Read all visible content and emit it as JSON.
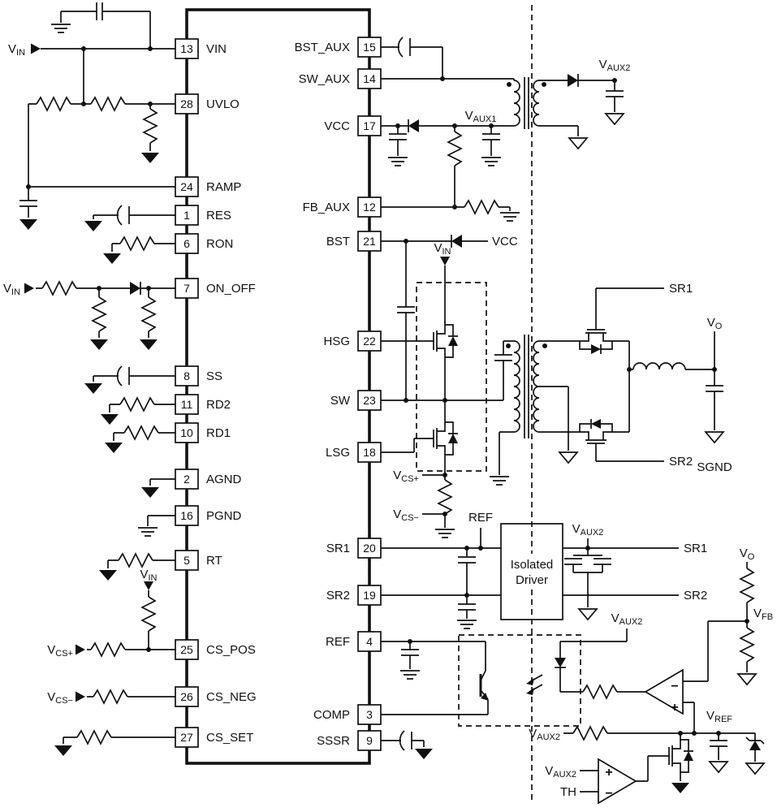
{
  "diagram": {
    "ic": {
      "left_pins": [
        {
          "number": "13",
          "name": "VIN"
        },
        {
          "number": "28",
          "name": "UVLO"
        },
        {
          "number": "24",
          "name": "RAMP"
        },
        {
          "number": "1",
          "name": "RES"
        },
        {
          "number": "6",
          "name": "RON"
        },
        {
          "number": "7",
          "name": "ON_OFF"
        },
        {
          "number": "8",
          "name": "SS"
        },
        {
          "number": "11",
          "name": "RD2"
        },
        {
          "number": "10",
          "name": "RD1"
        },
        {
          "number": "2",
          "name": "AGND"
        },
        {
          "number": "16",
          "name": "PGND"
        },
        {
          "number": "5",
          "name": "RT"
        },
        {
          "number": "25",
          "name": "CS_POS"
        },
        {
          "number": "26",
          "name": "CS_NEG"
        },
        {
          "number": "27",
          "name": "CS_SET"
        }
      ],
      "right_pins": [
        {
          "number": "15",
          "name": "BST_AUX"
        },
        {
          "number": "14",
          "name": "SW_AUX"
        },
        {
          "number": "17",
          "name": "VCC"
        },
        {
          "number": "12",
          "name": "FB_AUX"
        },
        {
          "number": "21",
          "name": "BST"
        },
        {
          "number": "22",
          "name": "HSG"
        },
        {
          "number": "23",
          "name": "SW"
        },
        {
          "number": "18",
          "name": "LSG"
        },
        {
          "number": "20",
          "name": "SR1"
        },
        {
          "number": "19",
          "name": "SR2"
        },
        {
          "number": "4",
          "name": "REF"
        },
        {
          "number": "3",
          "name": "COMP"
        },
        {
          "number": "9",
          "name": "SSSR"
        }
      ]
    },
    "labels": {
      "v_in": {
        "base": "V",
        "sub": "IN"
      },
      "v_o": {
        "base": "V",
        "sub": "O"
      },
      "v_fb": {
        "base": "V",
        "sub": "FB"
      },
      "v_ref": {
        "base": "V",
        "sub": "REF"
      },
      "v_aux1": {
        "base": "V",
        "sub": "AUX1"
      },
      "v_aux2": {
        "base": "V",
        "sub": "AUX2"
      },
      "v_cs_plus": {
        "base": "V",
        "sub": "CS+"
      },
      "v_cs_minus": {
        "base": "V",
        "sub": "CS−"
      },
      "vcc": "VCC",
      "sr1": "SR1",
      "sr2": "SR2",
      "sgnd": "SGND",
      "ref": "REF",
      "th": "TH",
      "isolated_driver_line1": "Isolated",
      "isolated_driver_line2": "Driver",
      "opamp_plus": "+",
      "opamp_minus": "−"
    }
  }
}
